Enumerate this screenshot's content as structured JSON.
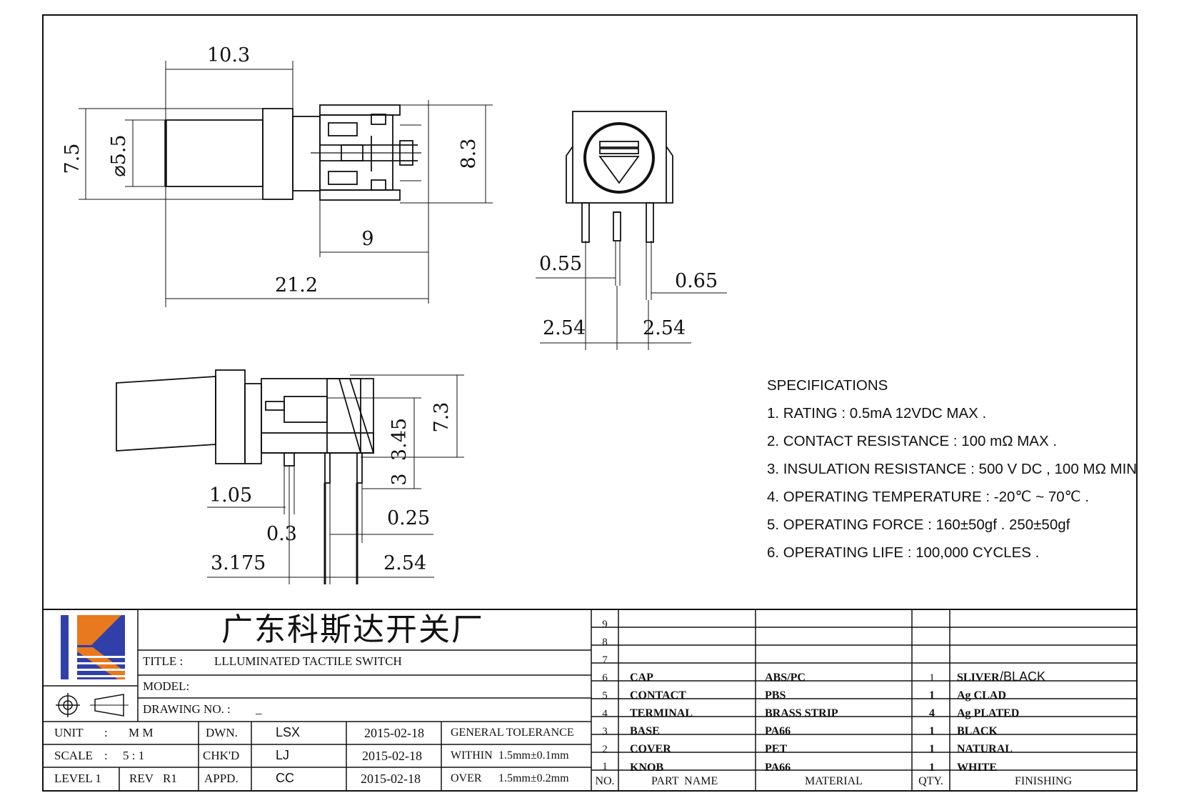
{
  "drawing": {
    "top_view_dims": {
      "width_knob": "10.3",
      "height_left": "7.5",
      "knob_dia": "⌀5.5",
      "height_right": "8.3",
      "body_len": "9",
      "total_len": "21.2"
    },
    "front_view_dims": {
      "pin_w1": "0.55",
      "pin_w2": "0.65",
      "pitch1": "2.54",
      "pitch2": "2.54"
    },
    "side_view_dims": {
      "height": "7.3",
      "center_h": "3.45",
      "pin_len": "3",
      "d1": "1.05",
      "d2": "0.3",
      "d3": "0.25",
      "p1": "3.175",
      "p2": "2.54"
    }
  },
  "specifications": {
    "heading": "SPECIFICATIONS",
    "items": [
      "1. RATING : 0.5mA 12VDC MAX .",
      "2. CONTACT RESISTANCE : 100 mΩ MAX .",
      "3. INSULATION RESISTANCE : 500 V DC , 100 MΩ MIN",
      "4. OPERATING TEMPERATURE : -20℃ ~ 70℃ .",
      "5. OPERATING FORCE : 160±50gf . 250±50gf",
      "6. OPERATING LIFE : 100,000 CYCLES ."
    ]
  },
  "title_block": {
    "company": "广东科斯达开关厂",
    "title_label": "TITLE :",
    "title_value": "LLLUMINATED TACTILE SWITCH",
    "model_label": "MODEL:",
    "drawing_no_label": "DRAWING NO. :",
    "drawing_no_value": "_",
    "unit_label": "UNIT",
    "unit_sep": ":",
    "unit_value": "M M",
    "scale_label": "SCALE",
    "scale_sep": ":",
    "scale_value": "5 : 1",
    "level_label": "LEVEL 1",
    "rev_label": "REV",
    "rev_value": "R1",
    "dwn_label": "DWN.",
    "dwn_value": "LSX",
    "dwn_date": "2015-02-18",
    "chk_label": "CHK'D",
    "chk_value": "LJ",
    "chk_date": "2015-02-18",
    "appd_label": "APPD.",
    "appd_value": "CC",
    "appd_date": "2015-02-18",
    "tolerance_label": "GENERAL TOLERANCE",
    "within_label": "WITHIN",
    "within_value": "1.5mm±0.1mm",
    "over_label": "OVER",
    "over_value": "1.5mm±0.2mm"
  },
  "bom": {
    "headers": {
      "no": "NO.",
      "part": "PART  NAME",
      "material": "MATERIAL",
      "qty": "QTY.",
      "finishing": "FINISHING"
    },
    "rows": [
      {
        "no": "9",
        "part": "",
        "material": "",
        "qty": "",
        "finishing": ""
      },
      {
        "no": "8",
        "part": "",
        "material": "",
        "qty": "",
        "finishing": ""
      },
      {
        "no": "7",
        "part": "",
        "material": "",
        "qty": "",
        "finishing": ""
      },
      {
        "no": "6",
        "part": "CAP",
        "material": "ABS/PC",
        "qty": "1",
        "finishing": "SLIVER",
        "finishing_extra": "/BLACK"
      },
      {
        "no": "5",
        "part": "CONTACT",
        "material": "PBS",
        "qty": "1",
        "finishing": "Ag CLAD"
      },
      {
        "no": "4",
        "part": "TERMINAL",
        "material": "BRASS STRIP",
        "qty": "4",
        "finishing": "Ag PLATED"
      },
      {
        "no": "3",
        "part": "BASE",
        "material": "PA66",
        "qty": "1",
        "finishing": "BLACK"
      },
      {
        "no": "2",
        "part": "COVER",
        "material": "PET",
        "qty": "1",
        "finishing": "NATURAL"
      },
      {
        "no": "1",
        "part": "KNOB",
        "material": "PA66",
        "qty": "1",
        "finishing": "WHITE"
      }
    ]
  },
  "colors": {
    "logo_blue": "#3140a8",
    "logo_orange": "#e8791e",
    "line": "#111111"
  }
}
